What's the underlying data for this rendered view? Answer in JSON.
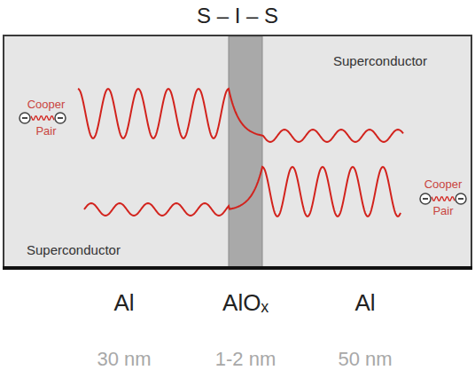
{
  "diagram": {
    "title": "S – I – S",
    "nodes": [
      {
        "text": [
          "Cooper Pair",
          "Superconductor"
        ]
      },
      {
        "text": [
          "Superconductor",
          "Cooper Pair"
        ]
      }
    ],
    "labels": [
      "Al",
      "AlOₓ",
      "Al",
      "30 nm",
      "1-2 nm",
      "50 nm"
    ]
  }
}
